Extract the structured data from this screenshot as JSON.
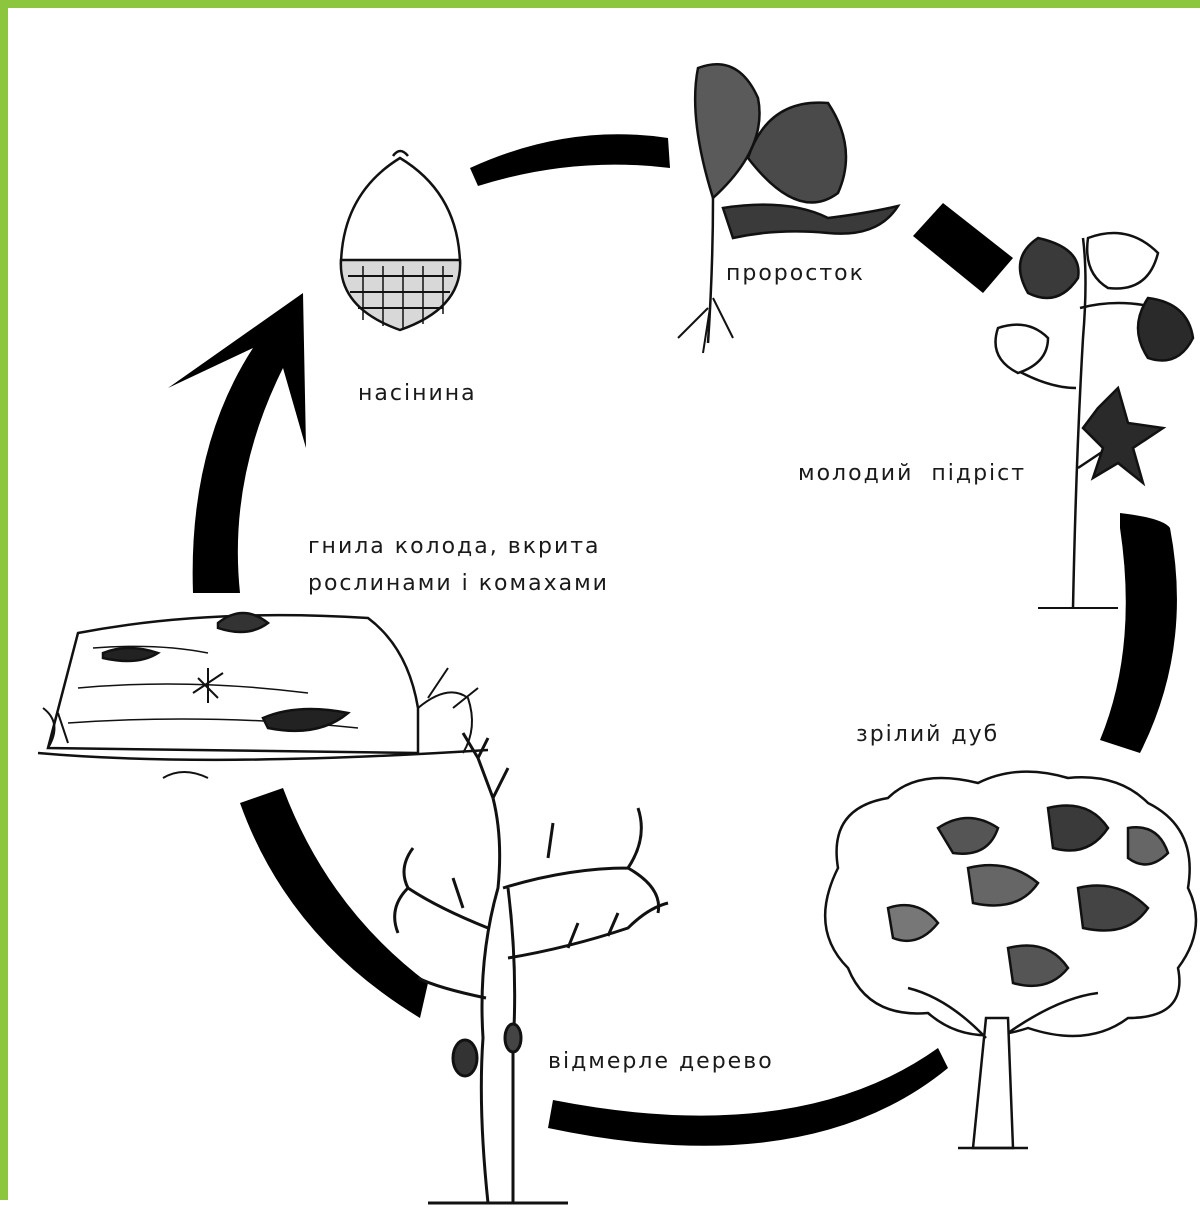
{
  "frame": {
    "accent_color": "#8cc63f"
  },
  "stages": {
    "seed": {
      "label": "насінина",
      "icon": "acorn-icon"
    },
    "sprout": {
      "label": "проросток",
      "icon": "seedling-icon"
    },
    "sapling": {
      "label": "молодий  підріст",
      "icon": "sapling-icon"
    },
    "mature_oak": {
      "label": "зрілий дуб",
      "icon": "oak-tree-icon"
    },
    "dead_tree": {
      "label": "відмерле дерево",
      "icon": "dead-tree-icon"
    },
    "rotting_log": {
      "line1": "гнила колода, вкрита",
      "line2": "рослинами і комахами",
      "icon": "log-icon"
    }
  },
  "cycle": {
    "direction": "clockwise",
    "arrow_color": "#000000"
  }
}
